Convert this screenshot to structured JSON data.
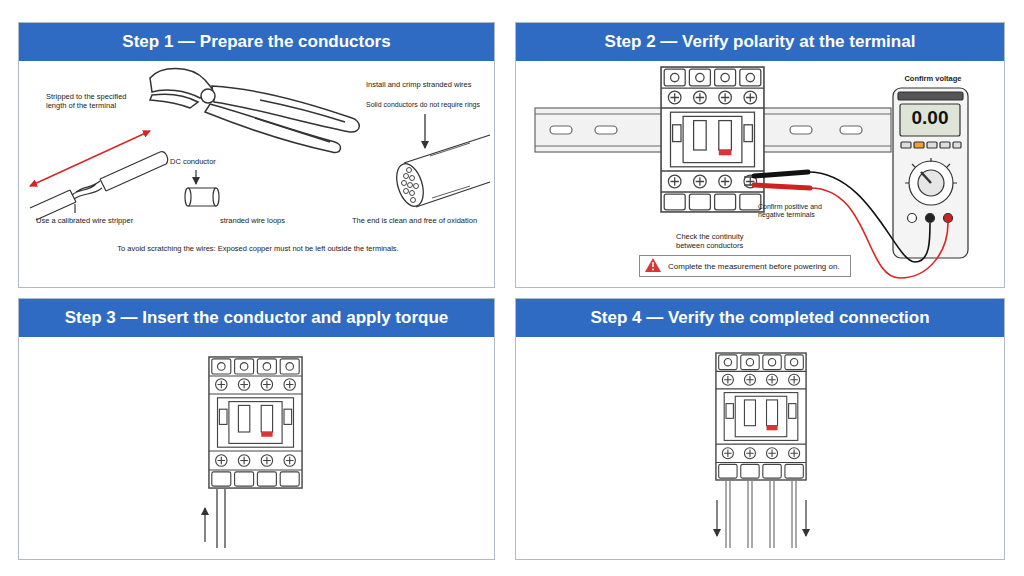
{
  "diagram": {
    "nodes": [
      {
        "text": [
          "Step 1 — Prepare the conductors"
        ]
      },
      {
        "text": [
          "Step 2 — Verify polarity at the terminal"
        ]
      },
      {
        "text": [
          "Complete the measurement before powering on."
        ],
        "in": 1
      },
      {
        "text": [
          "Step 3 — Insert the conductor and apply torque"
        ]
      },
      {
        "text": [
          "Step 4 — Verify the completed connection"
        ]
      }
    ],
    "labels": [
      "Stripped to the specified length of the terminal",
      "Use a calibrated wire stripper",
      "DC conductor",
      "stranded wire loops",
      "Install and crimp stranded wires",
      "Solid conductors do not require rings",
      "The end is clean and free of oxidation",
      "To avoid scratching the wires: Exposed copper must not be left outside the terminals.",
      "Confirm voltage",
      "0.00",
      "Confirm positive and negative terminals",
      "Check the continuity between conductors"
    ]
  }
}
